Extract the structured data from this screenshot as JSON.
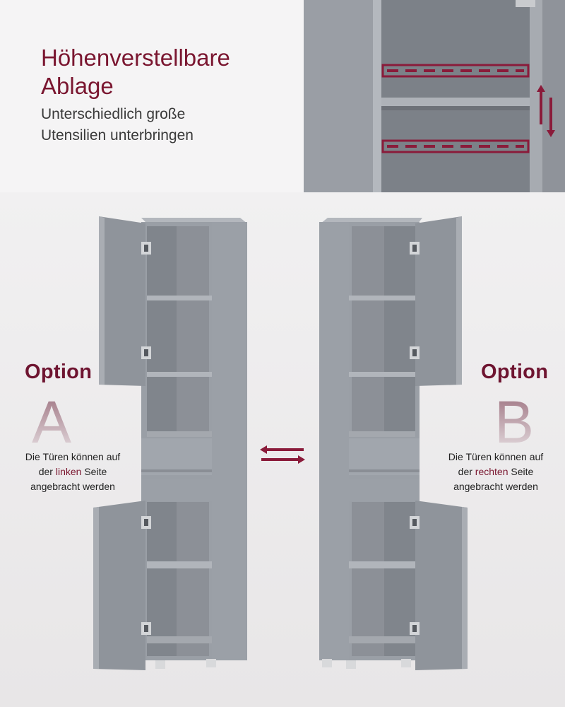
{
  "header": {
    "headline_line1": "Höhenverstellbare",
    "headline_line2": "Ablage",
    "subline_line1": "Unterschiedlich große",
    "subline_line2": "Utensilien unterbringen"
  },
  "option_a": {
    "title": "Option",
    "letter": "A",
    "desc_line1": "Die Türen können auf",
    "desc_pre": "der ",
    "desc_highlight": "linken",
    "desc_post": " Seite",
    "desc_line3": "angebracht werden"
  },
  "option_b": {
    "title": "Option",
    "letter": "B",
    "desc_line1": "Die Türen können auf",
    "desc_pre": "der ",
    "desc_highlight": "rechten",
    "desc_post": " Seite",
    "desc_line3": "angebracht werden"
  },
  "colors": {
    "accent": "#7a1630",
    "cabinet_body": "#969ba2",
    "cabinet_inner": "#7f848b",
    "background": "#efedee"
  },
  "icons": {
    "adjust_arrow": "vertical-double-arrow-icon",
    "swap_arrow": "horizontal-swap-arrow-icon"
  }
}
